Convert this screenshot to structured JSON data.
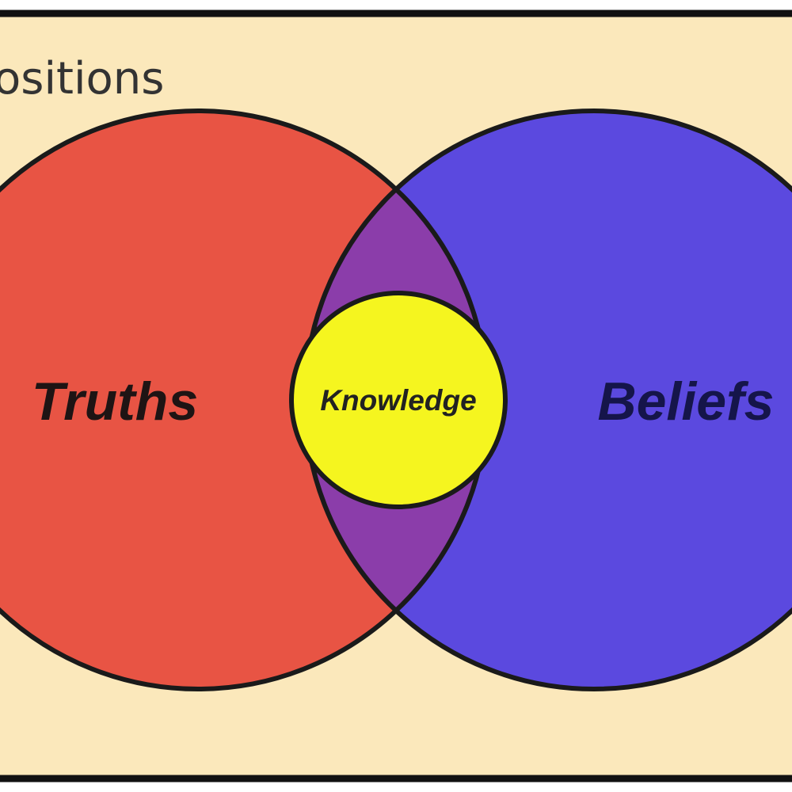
{
  "heading": "ositions",
  "sets": {
    "left": {
      "label": "Truths",
      "fill": "#E85444"
    },
    "right": {
      "label": "Beliefs",
      "fill": "#5B49DF"
    },
    "overlap": {
      "fill": "#8B3DAA"
    },
    "inner": {
      "label": "Knowledge",
      "fill": "#F5F51F"
    }
  },
  "colors": {
    "background": "#FBE8BB",
    "border": "#111111",
    "outline": "#1A1A1A",
    "text_truths": "#1E1414",
    "text_beliefs": "#15154A",
    "text_knowledge": "#222222",
    "heading_text": "#333333"
  }
}
